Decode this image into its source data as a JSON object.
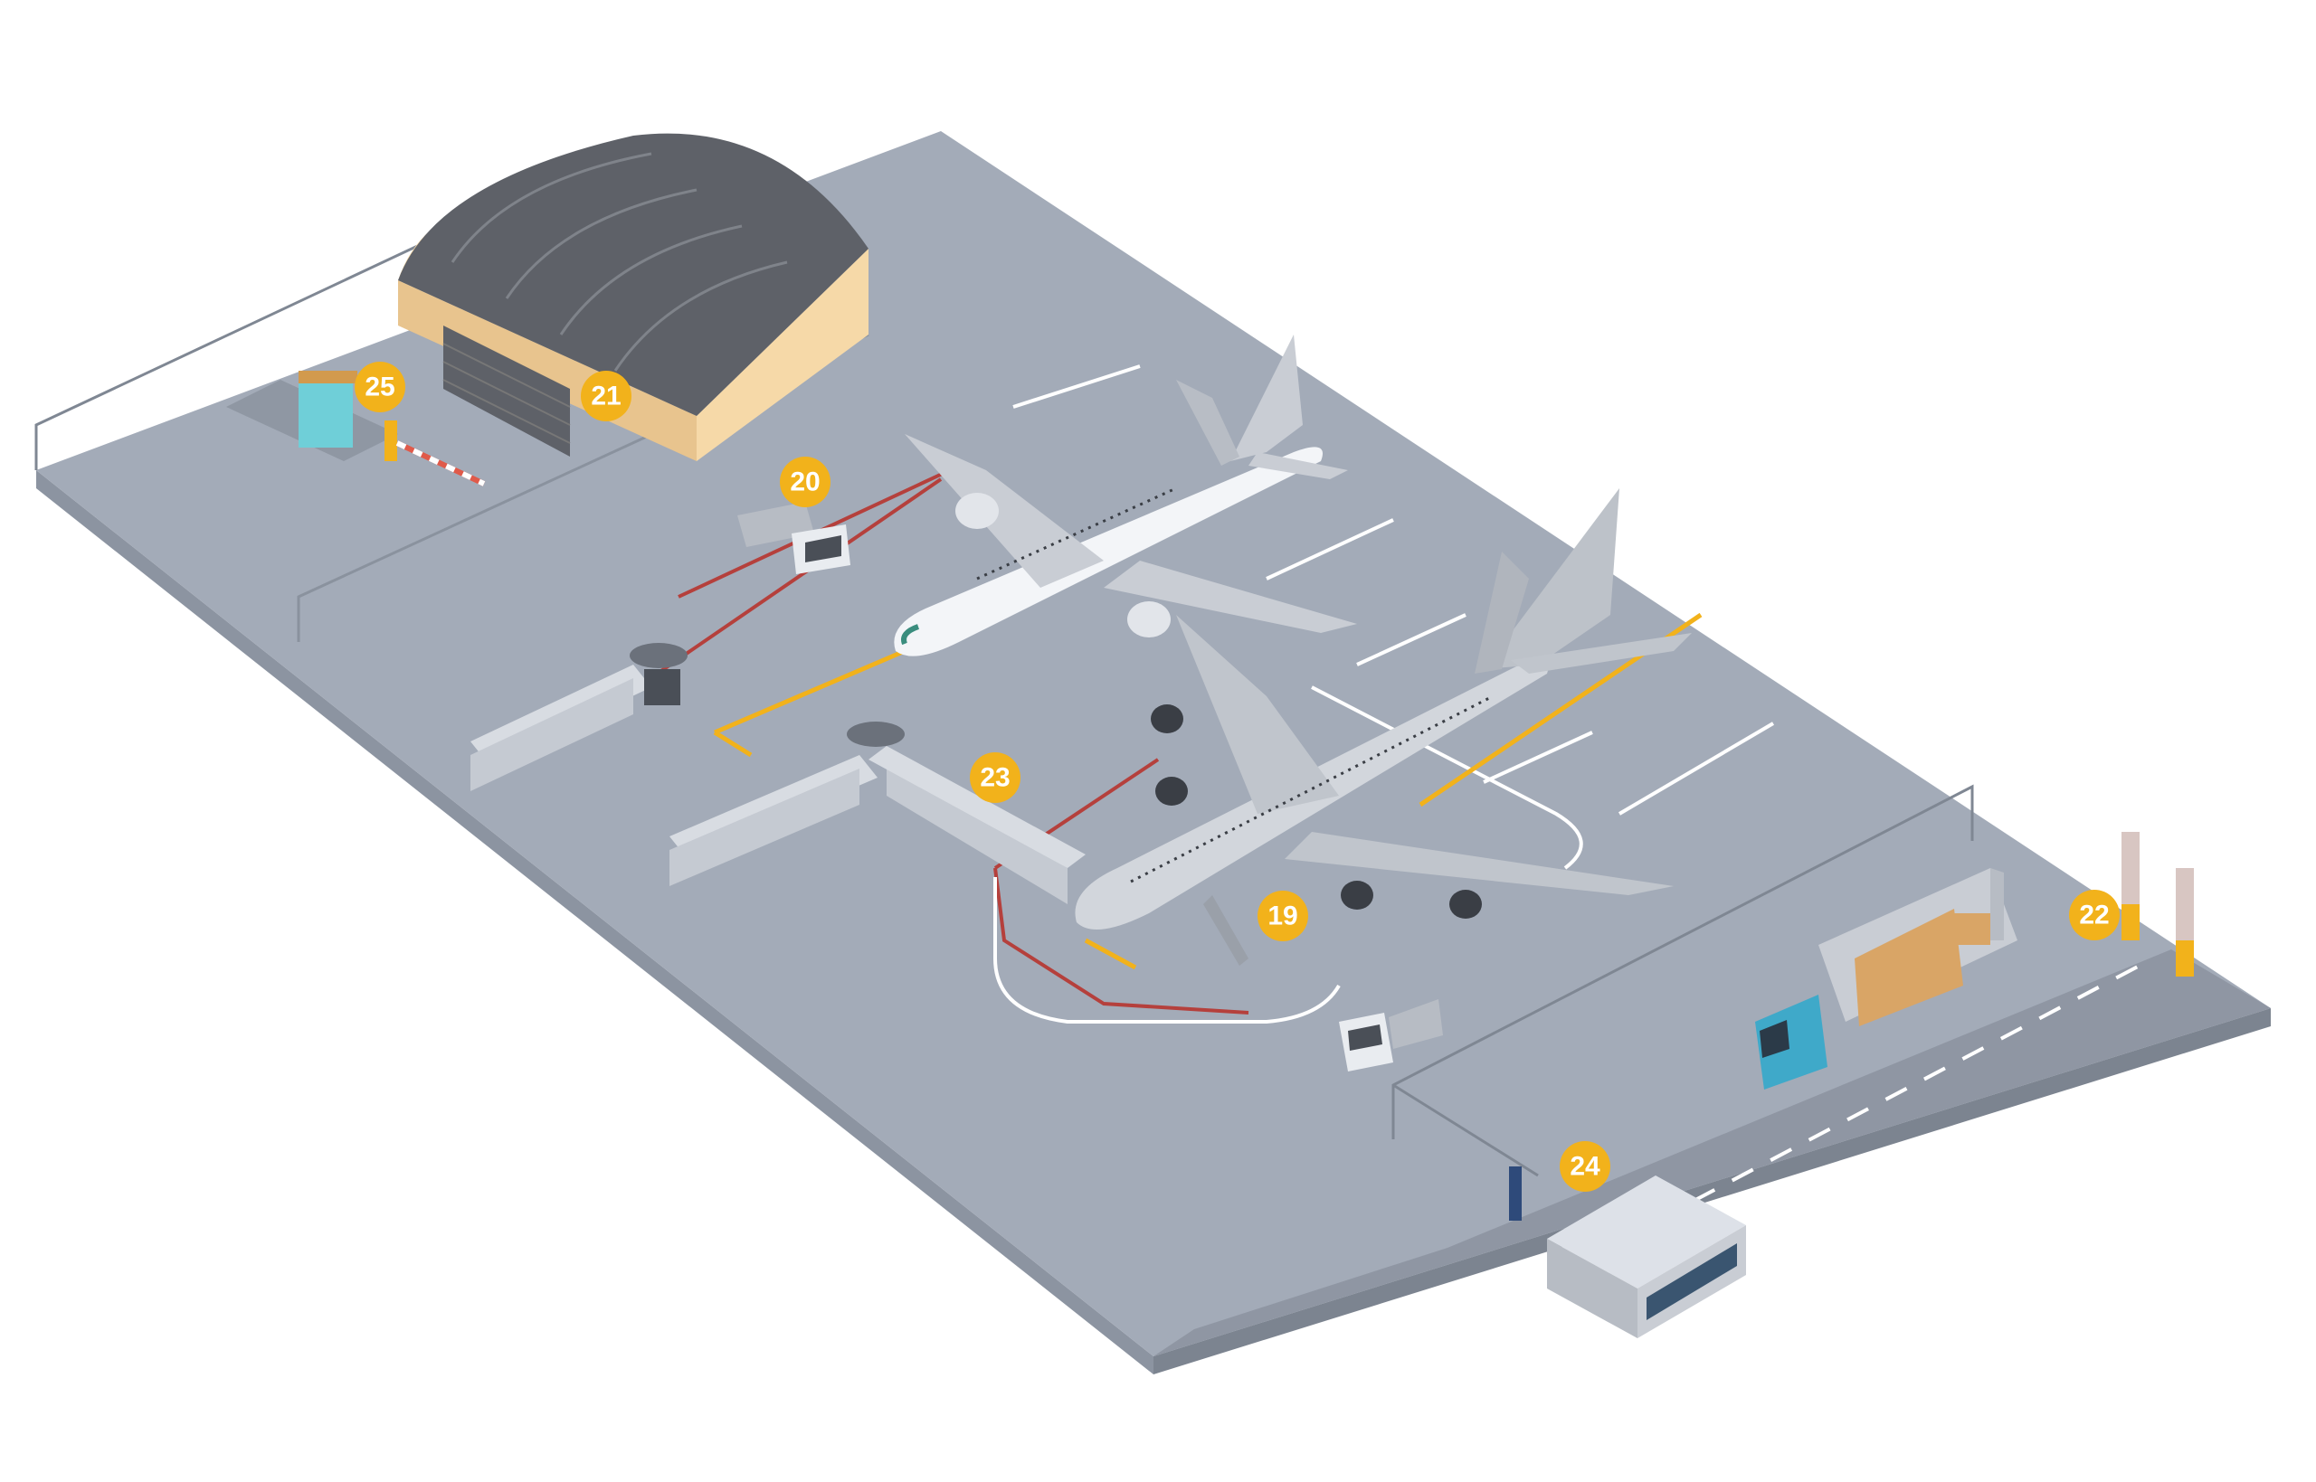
{
  "colors": {
    "ground": "#A3ABB8",
    "ground_side": "#8C94A1",
    "road": "#8A919D",
    "fence": "#7F8793",
    "hangar_wall": "#F6D9A8",
    "hangar_roof": "#5E6168",
    "plane_body": "#F3F5F8",
    "plane_gray": "#C9CDD4",
    "yellow_line": "#F2B21B",
    "red_line": "#B5403C",
    "marking": "#FFFFFF",
    "badge": "#F2B21B",
    "truck_cab": "#3FA9C9",
    "cargo": "#D9A566"
  },
  "markers": [
    {
      "id": "marker-19",
      "label": "19"
    },
    {
      "id": "marker-20",
      "label": "20"
    },
    {
      "id": "marker-21",
      "label": "21"
    },
    {
      "id": "marker-22",
      "label": "22"
    },
    {
      "id": "marker-23",
      "label": "23"
    },
    {
      "id": "marker-24",
      "label": "24"
    },
    {
      "id": "marker-25",
      "label": "25"
    }
  ]
}
